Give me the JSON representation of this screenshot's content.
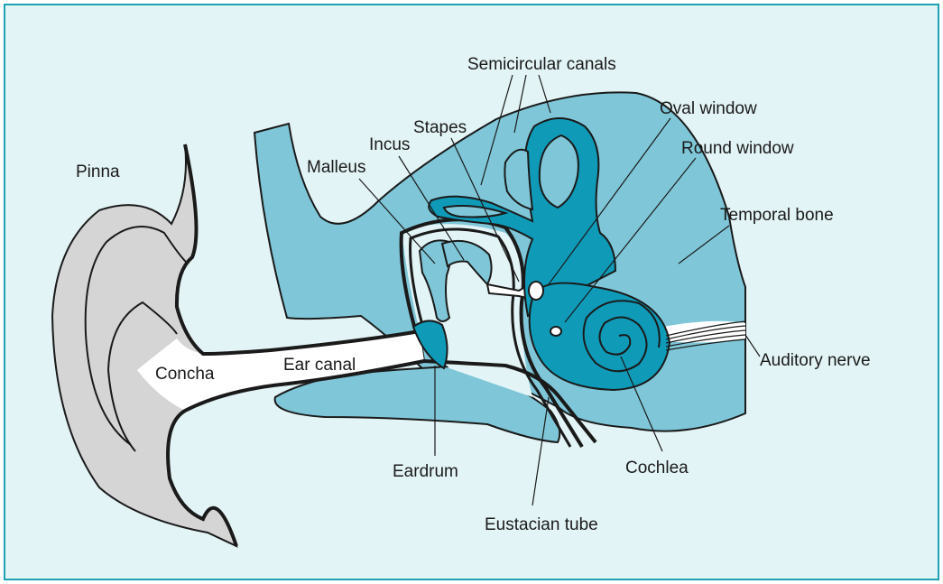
{
  "colors": {
    "panel_background": "#e3f4f6",
    "panel_border": "#1fa1b4",
    "bone": "#7fc7d8",
    "inner_ear": "#0f9ab8",
    "pinna": "#d5d5d5",
    "outline": "#1a1a1a"
  },
  "labels": {
    "pinna": "Pinna",
    "concha": "Concha",
    "ear_canal": "Ear canal",
    "malleus": "Malleus",
    "incus": "Incus",
    "stapes": "Stapes",
    "semicircular_canals": "Semicircular canals",
    "oval_window": "Oval window",
    "round_window": "Round window",
    "temporal_bone": "Temporal bone",
    "auditory_nerve": "Auditory nerve",
    "eardrum": "Eardrum",
    "cochlea": "Cochlea",
    "eustacian_tube": "Eustacian tube"
  }
}
